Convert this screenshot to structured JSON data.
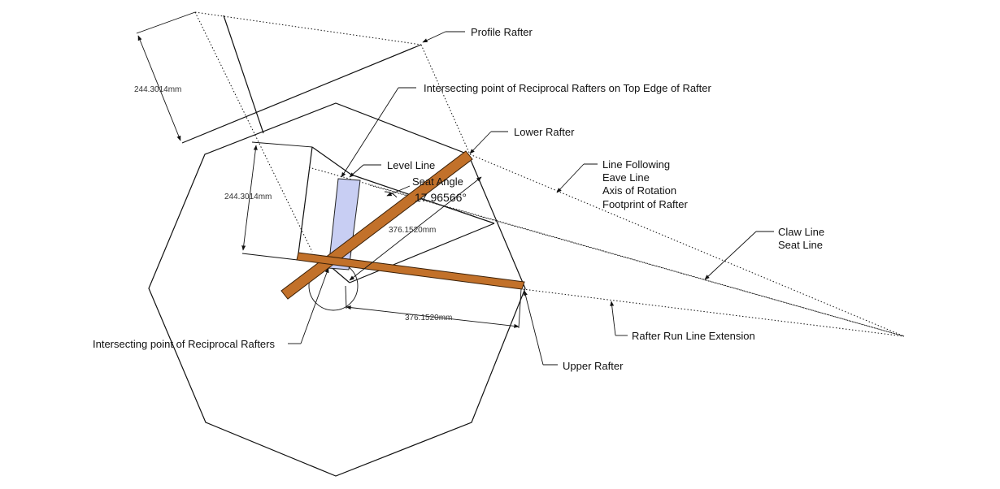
{
  "labels": {
    "profile_rafter": "Profile Rafter",
    "intersect_top_edge": "Intersecting point of Reciprocal Rafters on Top Edge of Rafter",
    "lower_rafter": "Lower Rafter",
    "level_line": "Level Line",
    "seat_angle": "Seat Angle",
    "seat_angle_value": "17.96566°",
    "eave_line_1": "Line Following",
    "eave_line_2": "Eave Line",
    "eave_line_3": "Axis of Rotation",
    "eave_line_4": "Footprint of Rafter",
    "claw_line_1": "Claw Line",
    "claw_line_2": "Seat Line",
    "rafter_run_extension": "Rafter Run Line Extension",
    "intersect_point": "Intersecting point of Reciprocal Rafters",
    "upper_rafter": "Upper Rafter"
  },
  "dimensions": {
    "profile_depth": "244.3014mm",
    "mid_depth": "244.3014mm",
    "diag_run": "376.1520mm",
    "run": "376.1520mm"
  },
  "colors": {
    "rafter_fill": "#C2712A",
    "rafter_stroke": "#3a2008",
    "level_fill": "#C8CEF3",
    "level_stroke": "#222222",
    "line": "#111111"
  }
}
